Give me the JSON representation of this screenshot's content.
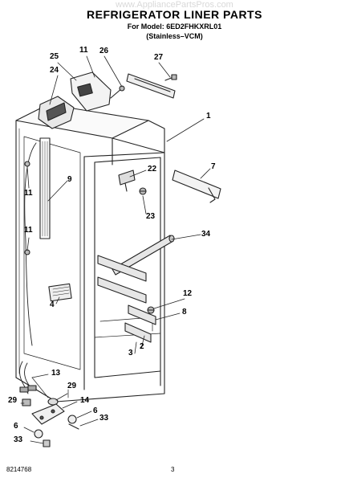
{
  "header": {
    "watermark": "www.AppliancePartsPros.com",
    "title": "REFRIGERATOR LINER PARTS",
    "model_line": "For Model: 6ED2FHKXRL01",
    "variant_line": "(Stainless–VCM)"
  },
  "callouts": [
    "25",
    "11",
    "26",
    "27",
    "24",
    "1",
    "22",
    "7",
    "9",
    "11",
    "23",
    "11",
    "34",
    "4",
    "12",
    "8",
    "2",
    "3",
    "13",
    "29",
    "29",
    "14",
    "6",
    "33",
    "6",
    "33"
  ],
  "footer": {
    "doc_number": "8214768",
    "page_number": "3"
  },
  "colors": {
    "line": "#222222",
    "watermark": "#b9b9b9",
    "background": "#ffffff"
  }
}
